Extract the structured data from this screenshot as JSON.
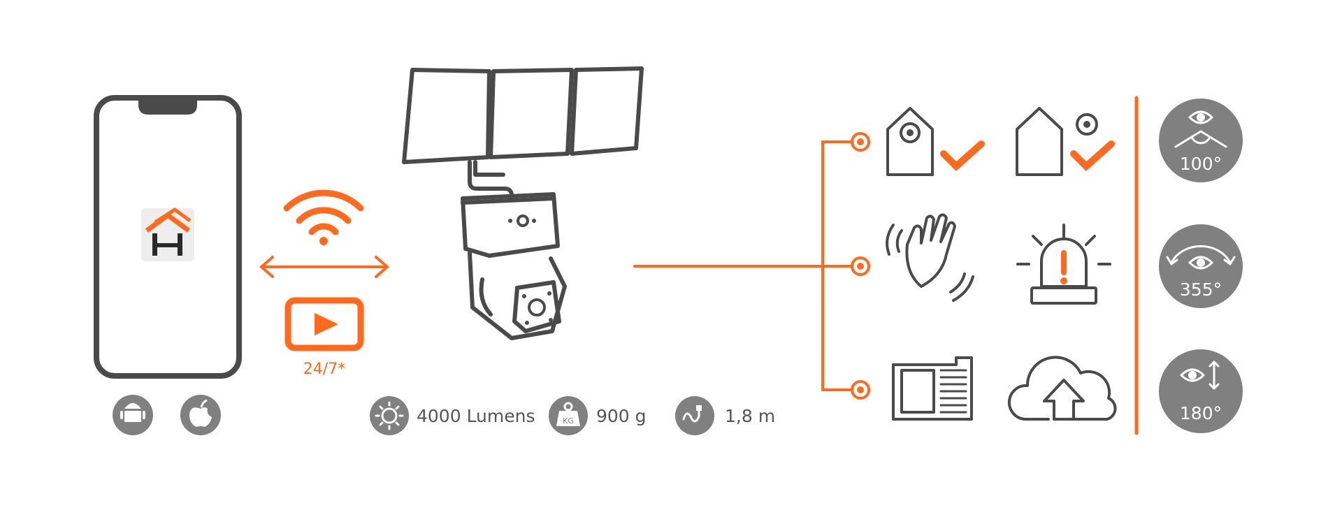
{
  "colors": {
    "accent": "#ff6a1f",
    "icon_gray": "#808080",
    "outline": "#4a4a4a"
  },
  "streaming": {
    "label": "24/7*"
  },
  "specs": [
    {
      "icon": "sun-icon",
      "label": "4000 Lumens"
    },
    {
      "icon": "weight-kg-icon",
      "label": "900 g",
      "icon_text": "KG"
    },
    {
      "icon": "power-cable-icon",
      "label": "1,8 m"
    }
  ],
  "view_angles": [
    {
      "icon": "eye-field-of-view-icon",
      "label": "100°"
    },
    {
      "icon": "eye-pan-rotation-icon",
      "label": "355°"
    },
    {
      "icon": "eye-tilt-icon",
      "label": "180°"
    }
  ],
  "features": [
    {
      "icon": "camera-home-check-icon"
    },
    {
      "icon": "home-camera-check-icon"
    },
    {
      "icon": "motion-wave-hand-icon"
    },
    {
      "icon": "siren-alarm-icon"
    },
    {
      "icon": "sd-card-icon"
    },
    {
      "icon": "cloud-upload-icon"
    }
  ],
  "platforms": [
    {
      "icon": "android-icon"
    },
    {
      "icon": "apple-icon"
    }
  ]
}
